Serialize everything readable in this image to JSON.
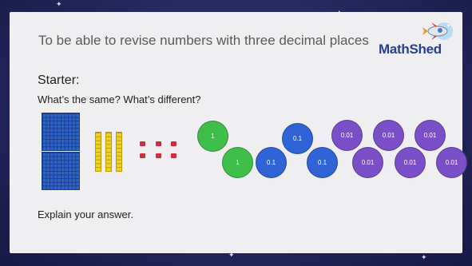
{
  "slide": {
    "title": "To be able to revise numbers with three decimal places",
    "logo": "MathShed",
    "starter_heading": "Starter:",
    "question": "What’s the same? What’s different?",
    "explain": "Explain your answer."
  },
  "colors": {
    "background": "#24275c",
    "slide": "#efeff2",
    "hundred_flat": "#2f63c7",
    "ten_rod": "#f2d21a",
    "unit_cube": "#d42a3c",
    "counter_one": "#3fbf4a",
    "counter_tenth": "#2f63d6",
    "counter_hundredth": "#7b4fc8"
  },
  "counters": [
    {
      "label": "1"
    },
    {
      "label": "1"
    },
    {
      "label": "0.1"
    },
    {
      "label": "0.1"
    },
    {
      "label": "0.1"
    },
    {
      "label": "0.01"
    },
    {
      "label": "0.01"
    },
    {
      "label": "0.01"
    },
    {
      "label": "0.01"
    },
    {
      "label": "0.01"
    },
    {
      "label": "0.01"
    }
  ]
}
